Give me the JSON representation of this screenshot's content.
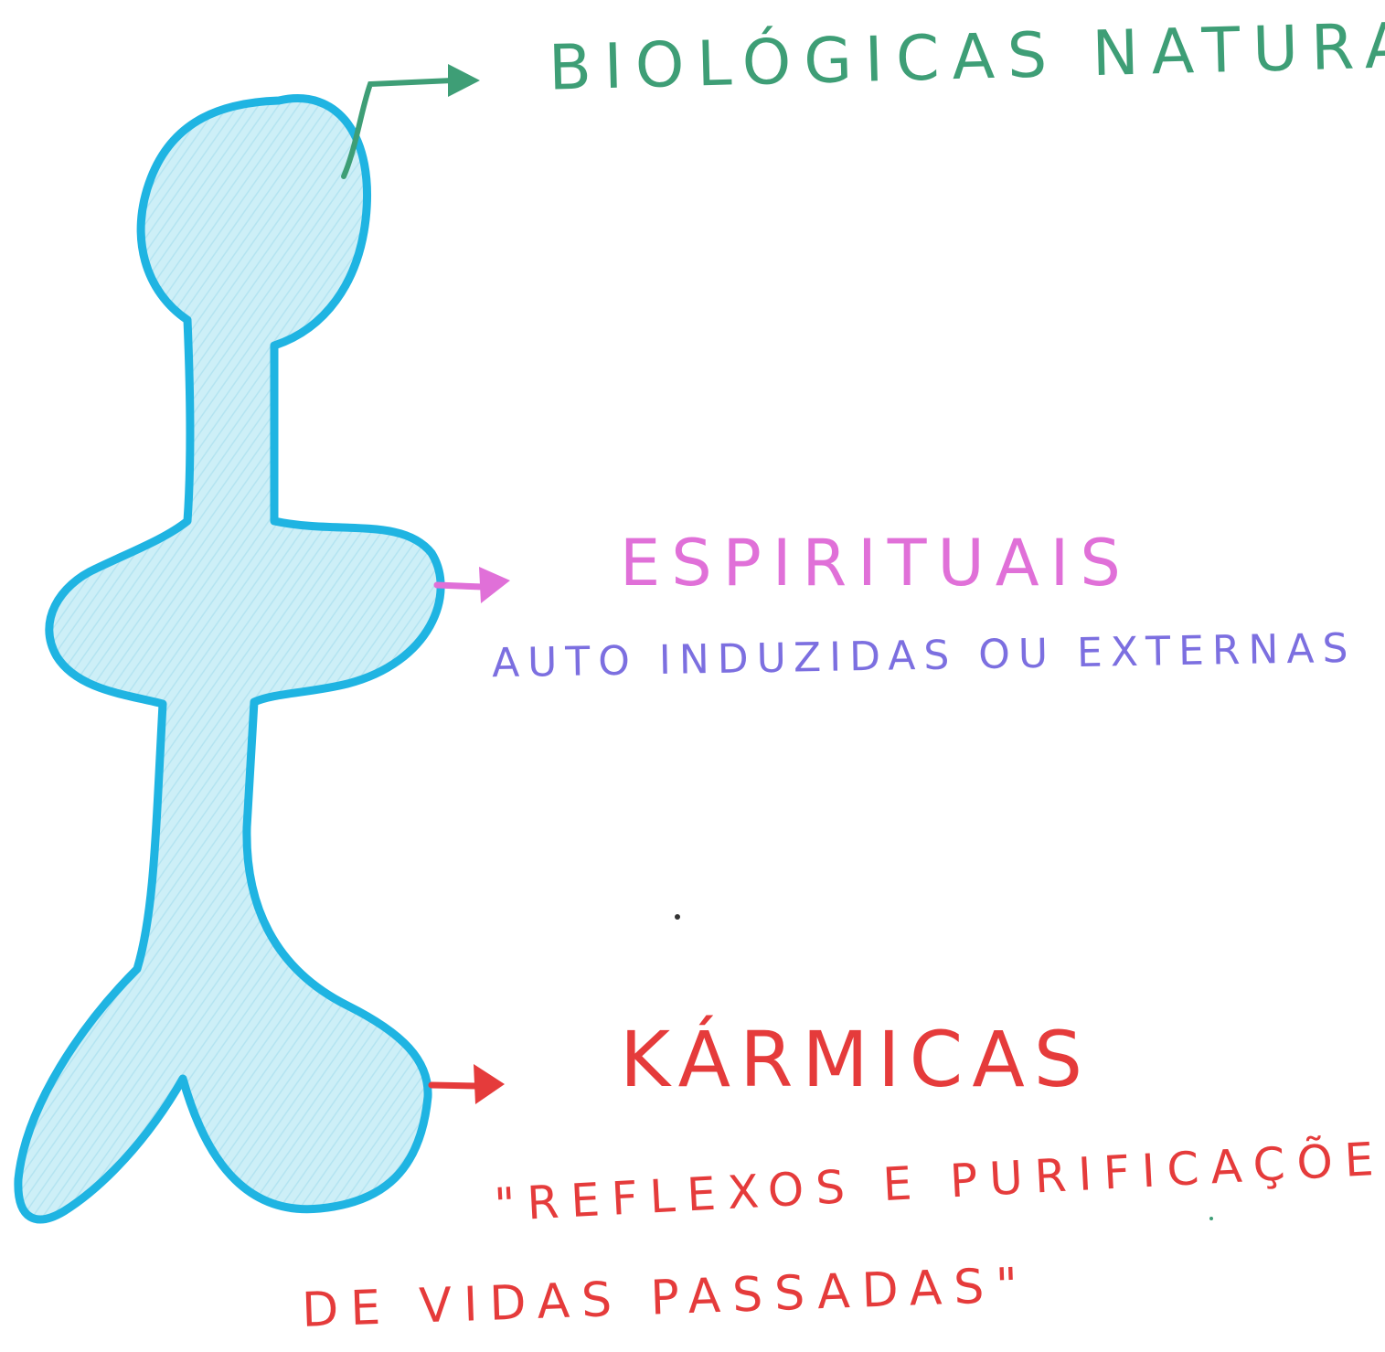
{
  "labels": {
    "biologicas": "BIOLÓGICAS NATURAIS",
    "espirituais": "ESPIRITUAIS",
    "espirituais_sub": "AUTO INDUZIDAS OU EXTERNAS",
    "karmicas": "KÁRMICAS",
    "karmicas_quote_line1": "\"REFLEXOS E PURIFICAÇÕES,",
    "karmicas_quote_line2": "DE VIDAS PASSADAS\""
  },
  "colors": {
    "body_outline": "#1fb4e2",
    "body_fill": "#c9eef6",
    "green": "#3e9e76",
    "pink": "#e070d8",
    "violet": "#7c6fe0",
    "red": "#e53b3b"
  }
}
